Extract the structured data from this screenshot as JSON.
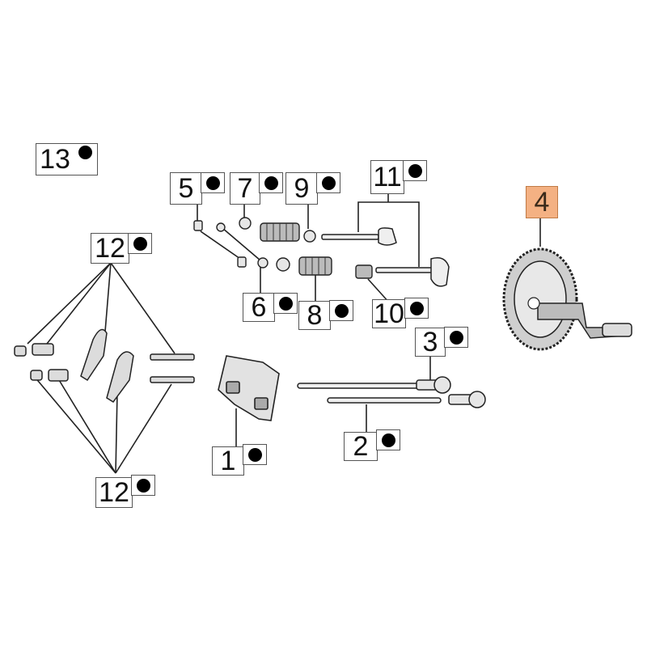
{
  "callouts": [
    {
      "id": "c13",
      "label": "13",
      "dot": true,
      "highlight": false
    },
    {
      "id": "c5",
      "label": "5",
      "dot": true,
      "highlight": false
    },
    {
      "id": "c7",
      "label": "7",
      "dot": true,
      "highlight": false
    },
    {
      "id": "c9",
      "label": "9",
      "dot": true,
      "highlight": false
    },
    {
      "id": "c11",
      "label": "11",
      "dot": true,
      "highlight": false
    },
    {
      "id": "c4",
      "label": "4",
      "dot": false,
      "highlight": true
    },
    {
      "id": "c12a",
      "label": "12",
      "dot": true,
      "highlight": false
    },
    {
      "id": "c6",
      "label": "6",
      "dot": true,
      "highlight": false
    },
    {
      "id": "c8",
      "label": "8",
      "dot": true,
      "highlight": false
    },
    {
      "id": "c10",
      "label": "10",
      "dot": true,
      "highlight": false
    },
    {
      "id": "c3",
      "label": "3",
      "dot": true,
      "highlight": false
    },
    {
      "id": "c1",
      "label": "1",
      "dot": true,
      "highlight": false
    },
    {
      "id": "c2",
      "label": "2",
      "dot": true,
      "highlight": false
    },
    {
      "id": "c12b",
      "label": "12",
      "dot": true,
      "highlight": false
    }
  ],
  "colors": {
    "highlight": "#f4b183",
    "line": "#222222",
    "dot": "#000000"
  }
}
